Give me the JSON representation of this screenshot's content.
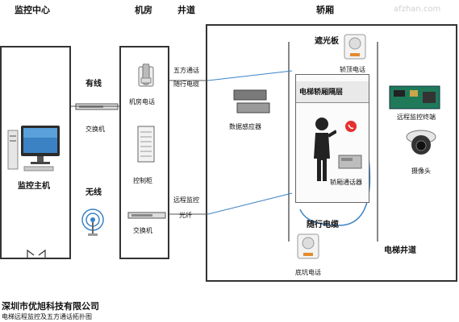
{
  "watermark": "afzhan.com",
  "headers": {
    "monitor_center": "监控中心",
    "machine_room": "机房",
    "shaft": "井道",
    "car": "轿厢"
  },
  "monitor": {
    "host_label": "监控主机",
    "wired": "有线",
    "wireless": "无线",
    "switch_label": "交换机"
  },
  "machine": {
    "phone_label": "机房电话",
    "cabinet_label": "控制柜",
    "switch_label": "交换机"
  },
  "shaft": {
    "five_way": "五方通话",
    "trailing_cable": "随行电缆",
    "remote_monitor": "远程监控",
    "fiber": "光纤"
  },
  "car": {
    "light_board": "遮光板",
    "top_phone": "轿顶电话",
    "partition": "电梯轿厢隔层",
    "sensor": "数据感应器",
    "remote_terminal": "远程监控终端",
    "camera": "摄像头",
    "car_intercom": "轿厢通话器",
    "trailing_cable": "随行电缆",
    "shaft_label": "电梯井道",
    "pit_phone": "底坑电话"
  },
  "footer": {
    "company": "深圳市优旭科技有限公司",
    "caption": "电梯远程监控及五方通话拓扑图"
  }
}
